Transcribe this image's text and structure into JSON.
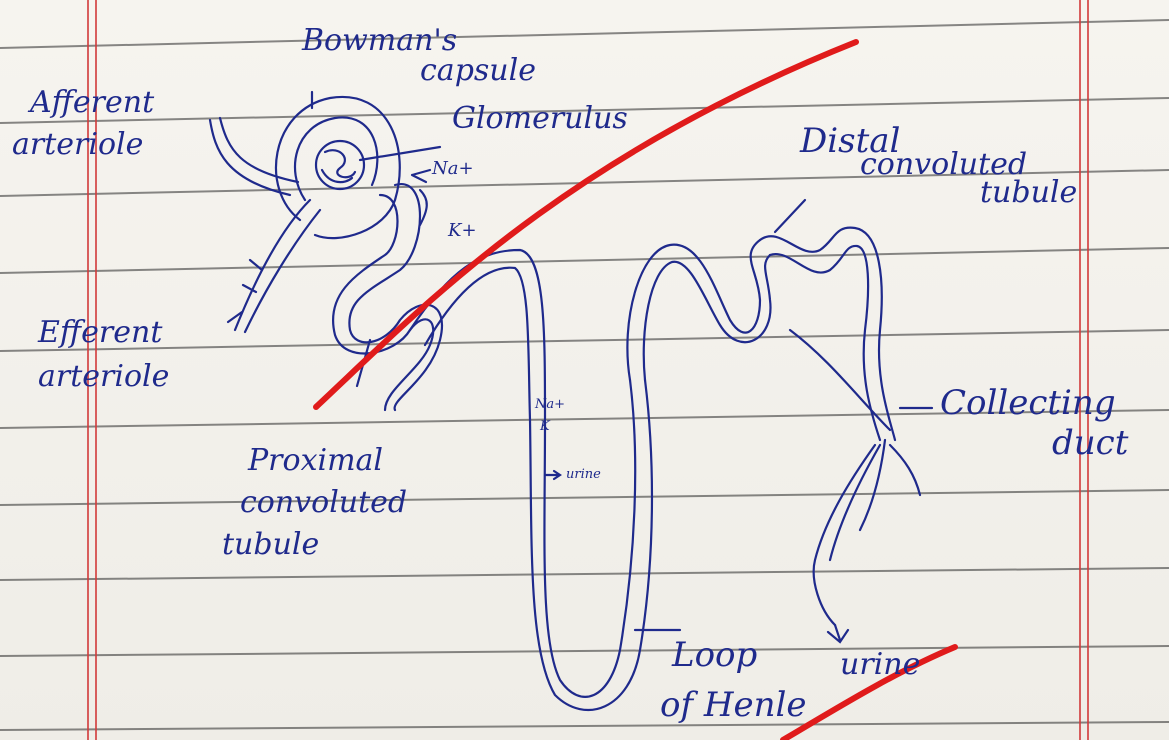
{
  "labels": {
    "bowmans_1": "Bowman's",
    "bowmans_2": "capsule",
    "afferent_1": "Afferent",
    "afferent_2": "arteriole",
    "glomerulus": "Glomerulus",
    "na_top": "Na+",
    "k_top": "K+",
    "distal_1": "Distal",
    "distal_2": "convoluted",
    "distal_3": "tubule",
    "efferent_1": "Efferent",
    "efferent_2": "arteriole",
    "proximal_1": "Proximal",
    "proximal_2": "convoluted",
    "proximal_3": "tubule",
    "na_mid": "Na+",
    "k_mid": "K",
    "urine_mid": "urine",
    "collecting_1": "Collecting",
    "collecting_2": "duct",
    "loop_1": "Loop",
    "loop_2": "of Henle",
    "urine_bottom": "urine"
  },
  "colors": {
    "ink": "#1f2a8c",
    "red_mark": "#e01b1b",
    "ruled_line": "#2b2b2b",
    "margin_line": "#d23a3a",
    "paper": "#f3f1ec"
  }
}
